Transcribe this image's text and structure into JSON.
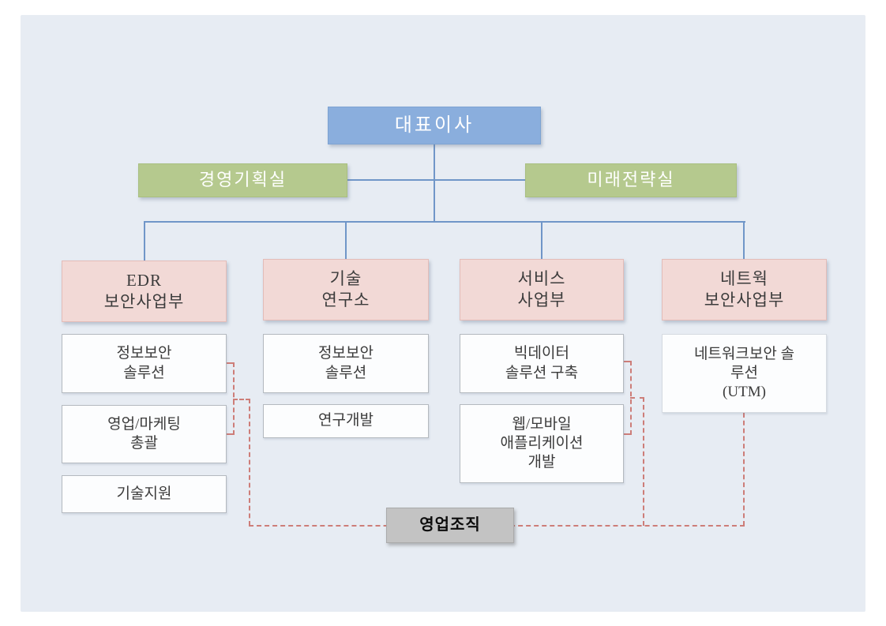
{
  "colors": {
    "panel_bg": "#e7ecf3",
    "ceo_fill": "#8aaedd",
    "staff_fill": "#b5c98e",
    "division_fill": "#f2d9d6",
    "sales_fill": "#c3c3c3",
    "connector_blue": "#7096c8",
    "connector_dashed": "#cd7d78"
  },
  "nodes": {
    "ceo": {
      "label": "대표이사"
    },
    "staff_left": {
      "label": "경영기획실"
    },
    "staff_right": {
      "label": "미래전략실"
    },
    "div_edr": {
      "label": "EDR\n보안사업부"
    },
    "div_tech": {
      "label": "기술\n연구소"
    },
    "div_service": {
      "label": "서비스\n사업부"
    },
    "div_network": {
      "label": "네트웍\n보안사업부"
    },
    "edr_sub1": {
      "label": "정보보안\n솔루션"
    },
    "edr_sub2": {
      "label": "영업/마케팅\n총괄"
    },
    "edr_sub3": {
      "label": "기술지원"
    },
    "tech_sub1": {
      "label": "정보보안\n솔루션"
    },
    "tech_sub2": {
      "label": "연구개발"
    },
    "service_sub1": {
      "label": "빅데이터\n솔루션 구축"
    },
    "service_sub2": {
      "label": "웹/모바일\n애플리케이션\n개발"
    },
    "network_sub1": {
      "label": "네트워크보안 솔\n루션\n(UTM)"
    },
    "sales_org": {
      "label": "영업조직"
    }
  }
}
